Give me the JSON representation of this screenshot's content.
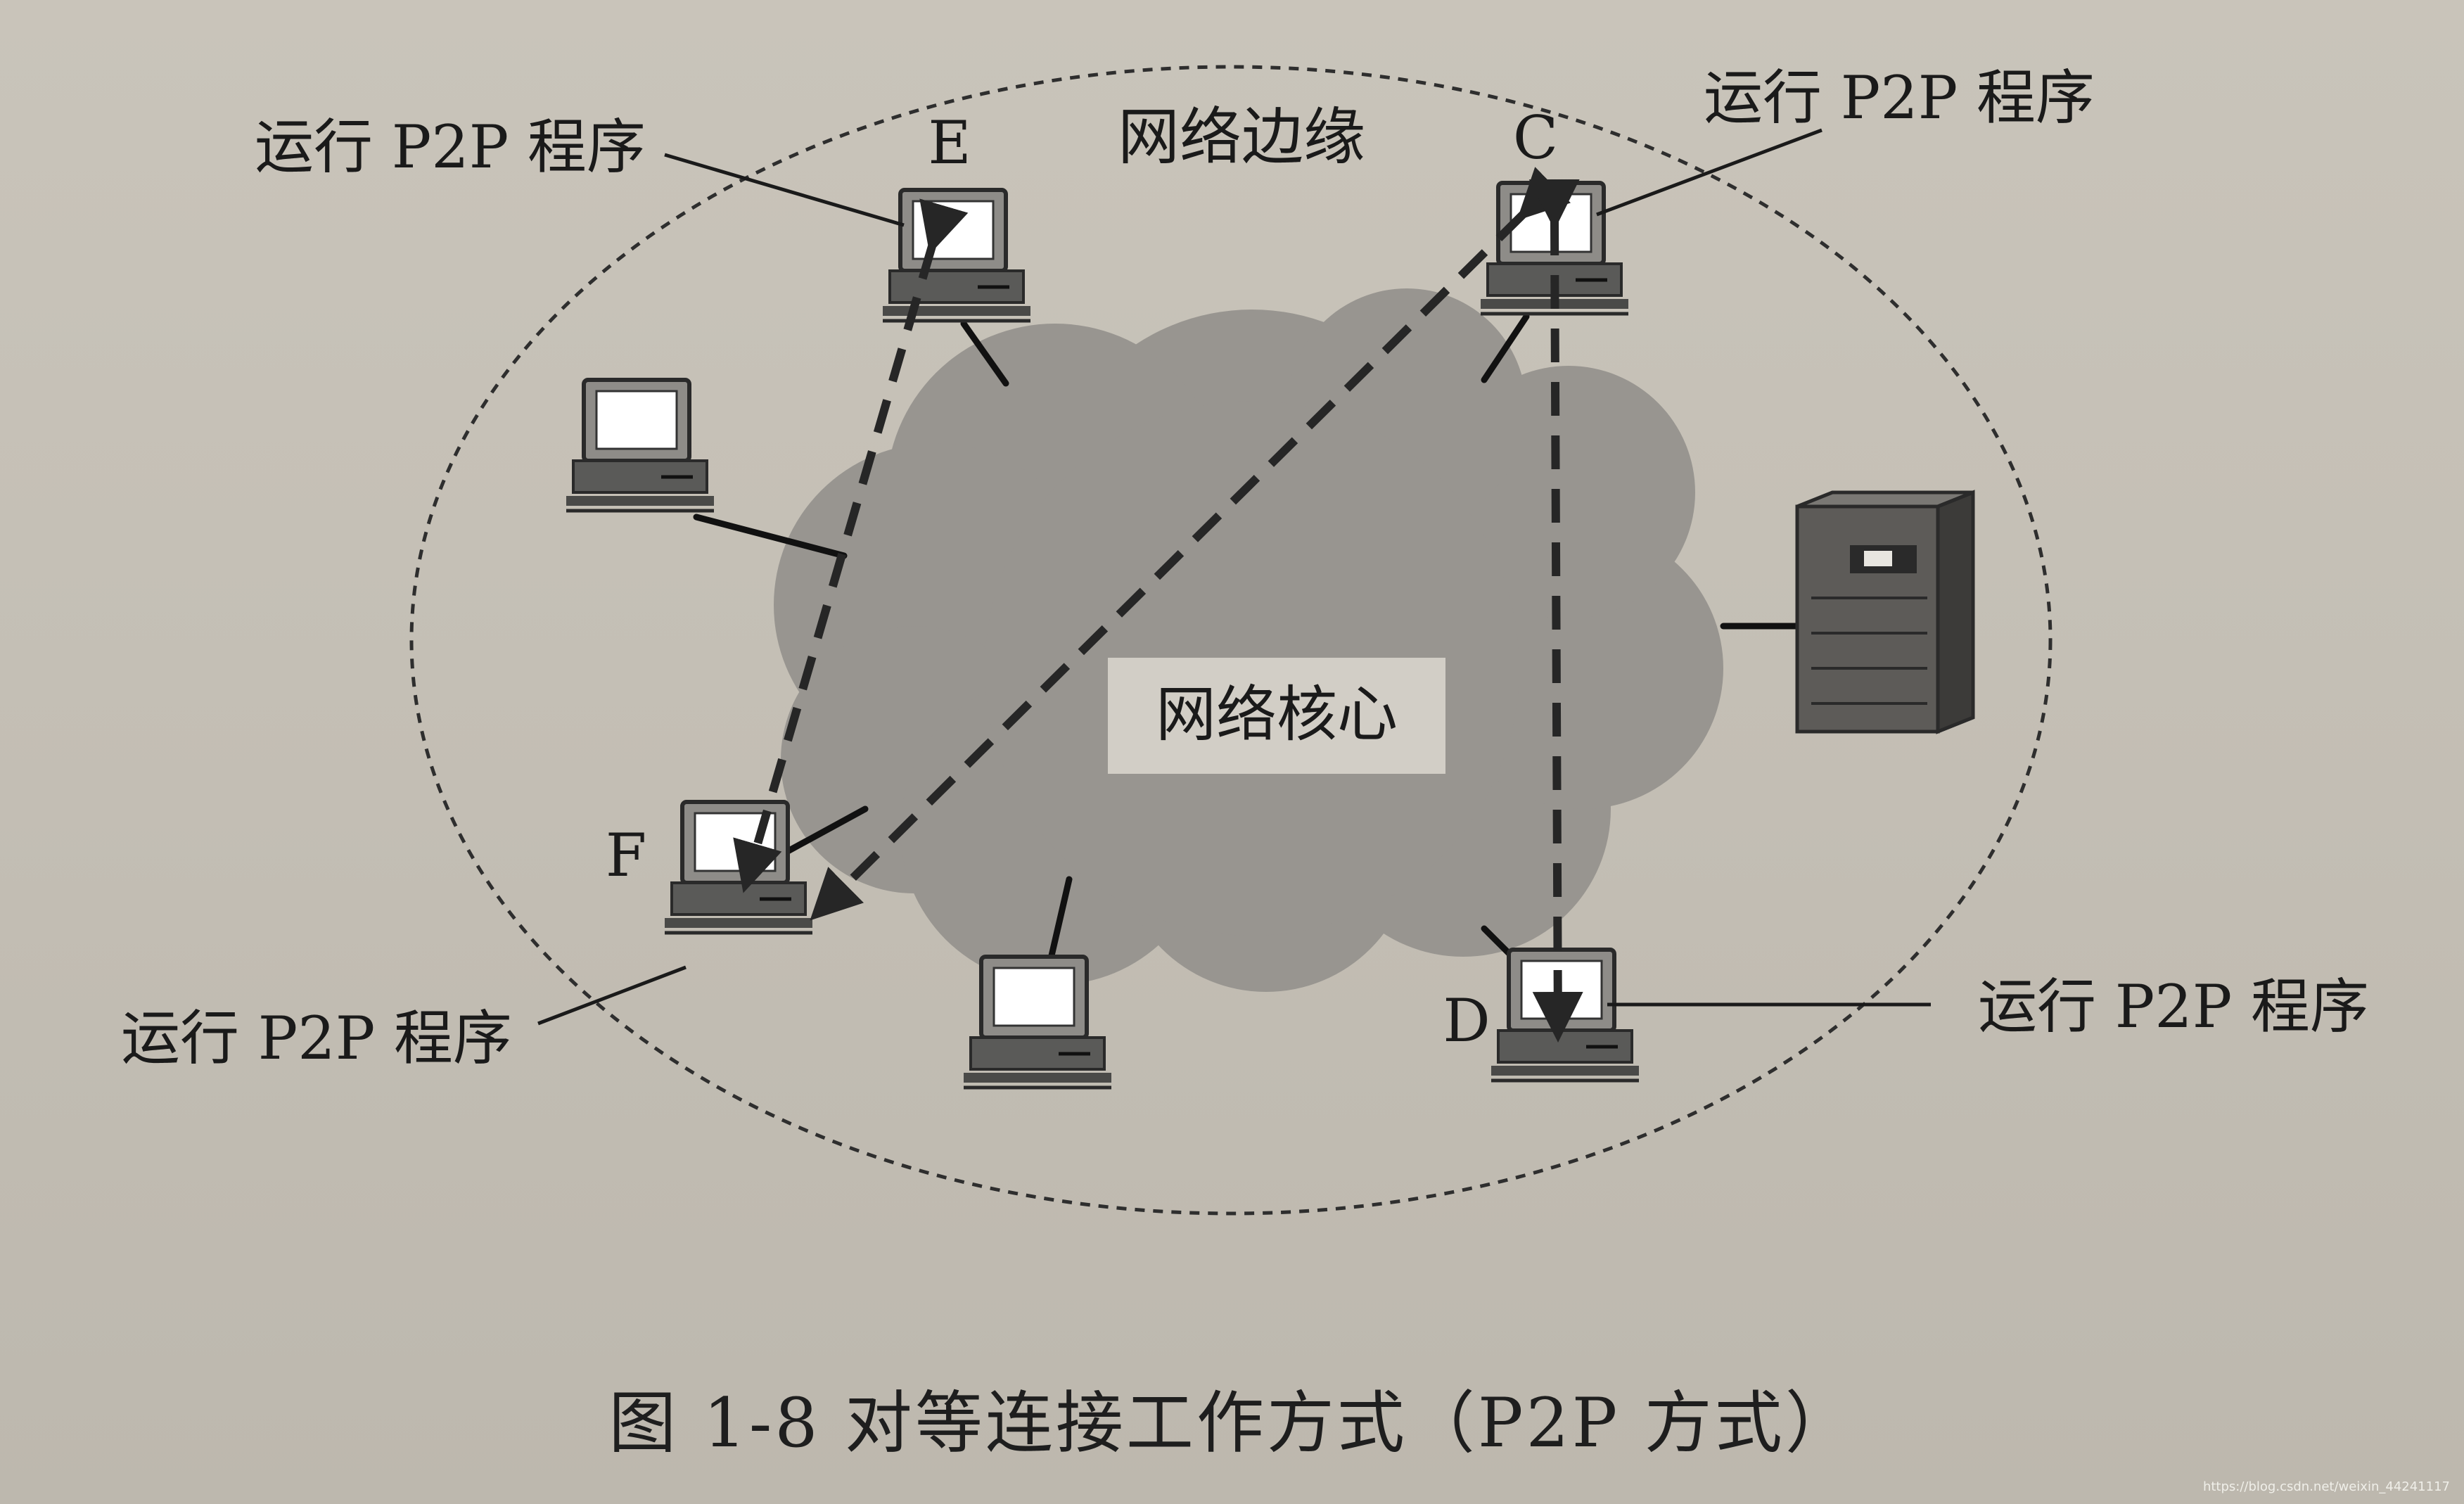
{
  "diagram": {
    "edge_label": "网络边缘",
    "core_label": "网络核心",
    "p2p_label": "运行 P2P 程序",
    "nodes": [
      {
        "id": "E",
        "label": "E"
      },
      {
        "id": "C",
        "label": "C"
      },
      {
        "id": "F",
        "label": "F"
      },
      {
        "id": "D",
        "label": "D"
      }
    ],
    "connections": [
      {
        "from": "E",
        "to": "F",
        "style": "dashed-double-arrow"
      },
      {
        "from": "C",
        "to": "F",
        "style": "dashed-double-arrow"
      },
      {
        "from": "C",
        "to": "D",
        "style": "dashed-double-arrow"
      }
    ]
  },
  "caption": "图 1-8 对等连接工作方式（P2P 方式）",
  "watermark": "https://blog.csdn.net/weixin_44241117"
}
